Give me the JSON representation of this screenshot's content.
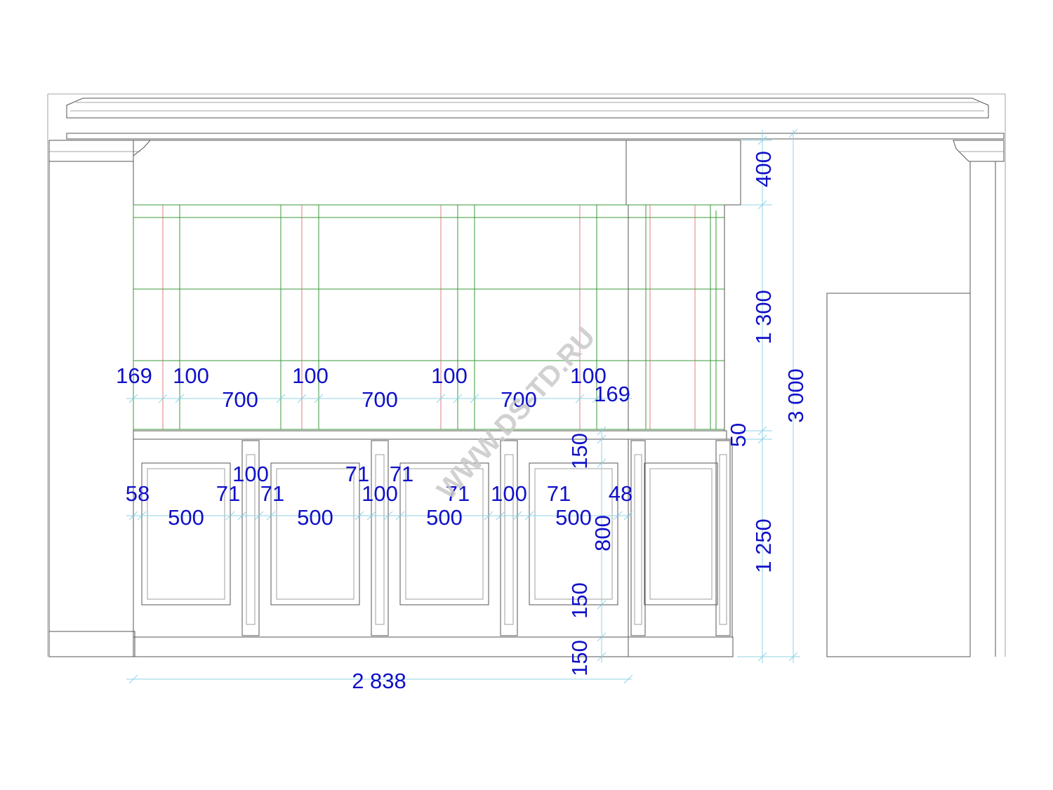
{
  "watermark": "WWW.DS-TD.RU",
  "dimensions": {
    "upper_widths": [
      "169",
      "100",
      "700",
      "100",
      "700",
      "100",
      "700",
      "100",
      "169"
    ],
    "lower_widths": [
      "58",
      "500",
      "71",
      "100",
      "71",
      "500",
      "71",
      "100",
      "71",
      "500",
      "71",
      "100",
      "71",
      "500",
      "48"
    ],
    "lower_heights": [
      "150",
      "800",
      "150",
      "150"
    ],
    "total_width": "2 838",
    "right_heights": [
      "400",
      "1 300",
      "50",
      "1 250"
    ],
    "total_height": "3 000"
  }
}
